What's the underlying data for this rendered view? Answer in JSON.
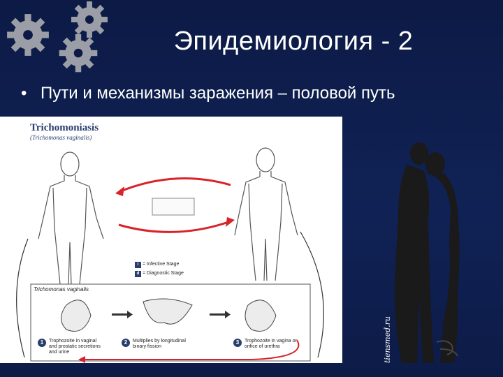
{
  "slide": {
    "title": "Эпидемиология - 2",
    "bullet": "Пути и механизмы заражения – половой путь",
    "bullet_marker": "•"
  },
  "figure": {
    "title": "Trichomoniasis",
    "subtitle": "(Trichomonas vaginalis)",
    "legend": [
      {
        "badge": "i",
        "label": "= Infective Stage"
      },
      {
        "badge": "d",
        "label": "= Diagnostic Stage"
      }
    ],
    "lower_box_title": "Trichomonas vaginalis",
    "stages": [
      {
        "num": "1",
        "text": "Trophozoite in vaginal and prostatic secretions and urine"
      },
      {
        "num": "2",
        "text": "Multiplies by longitudinal binary fission"
      },
      {
        "num": "3",
        "text": "Trophozoite in vagina or orifice of urethra"
      }
    ],
    "arrow_color": "#d8232a"
  },
  "decor": {
    "gears_icon": "gears-icon",
    "couple_icon": "couple-silhouette-icon",
    "watermark": "tiensmed.ru"
  }
}
